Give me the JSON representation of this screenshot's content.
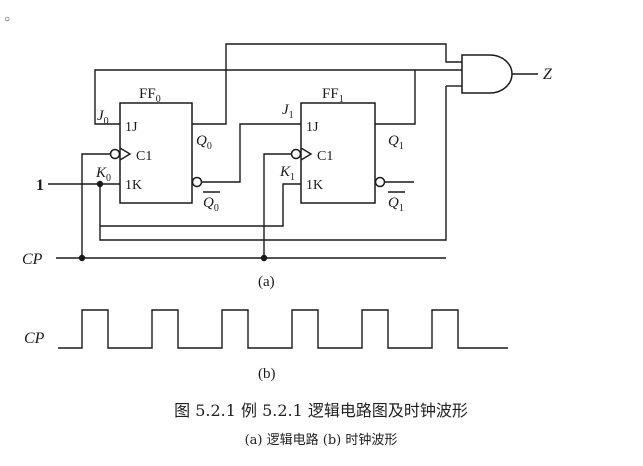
{
  "circuit": {
    "ff0": {
      "name": "FF",
      "index": "0",
      "pin_j": "1J",
      "pin_c": "C1",
      "pin_k": "1K",
      "in_j": "J",
      "in_j_sub": "0",
      "in_k": "K",
      "in_k_sub": "0",
      "out_q": "Q",
      "out_q_sub": "0",
      "out_qbar": "Q",
      "out_qbar_sub": "0"
    },
    "ff1": {
      "name": "FF",
      "index": "1",
      "pin_j": "1J",
      "pin_c": "C1",
      "pin_k": "1K",
      "in_j": "J",
      "in_j_sub": "1",
      "in_k": "K",
      "in_k_sub": "1",
      "out_q": "Q",
      "out_q_sub": "1",
      "out_qbar": "Q",
      "out_qbar_sub": "1"
    },
    "input_const": "1",
    "clock_label": "CP",
    "output_label": "Z",
    "sublabel": "(a)"
  },
  "waveform": {
    "label": "CP",
    "sublabel": "(b)",
    "pulses": 6
  },
  "caption": {
    "title": "图 5.2.1   例 5.2.1 逻辑电路图及时钟波形",
    "subtitle": "(a) 逻辑电路   (b) 时钟波形"
  },
  "stray_mark": "○"
}
